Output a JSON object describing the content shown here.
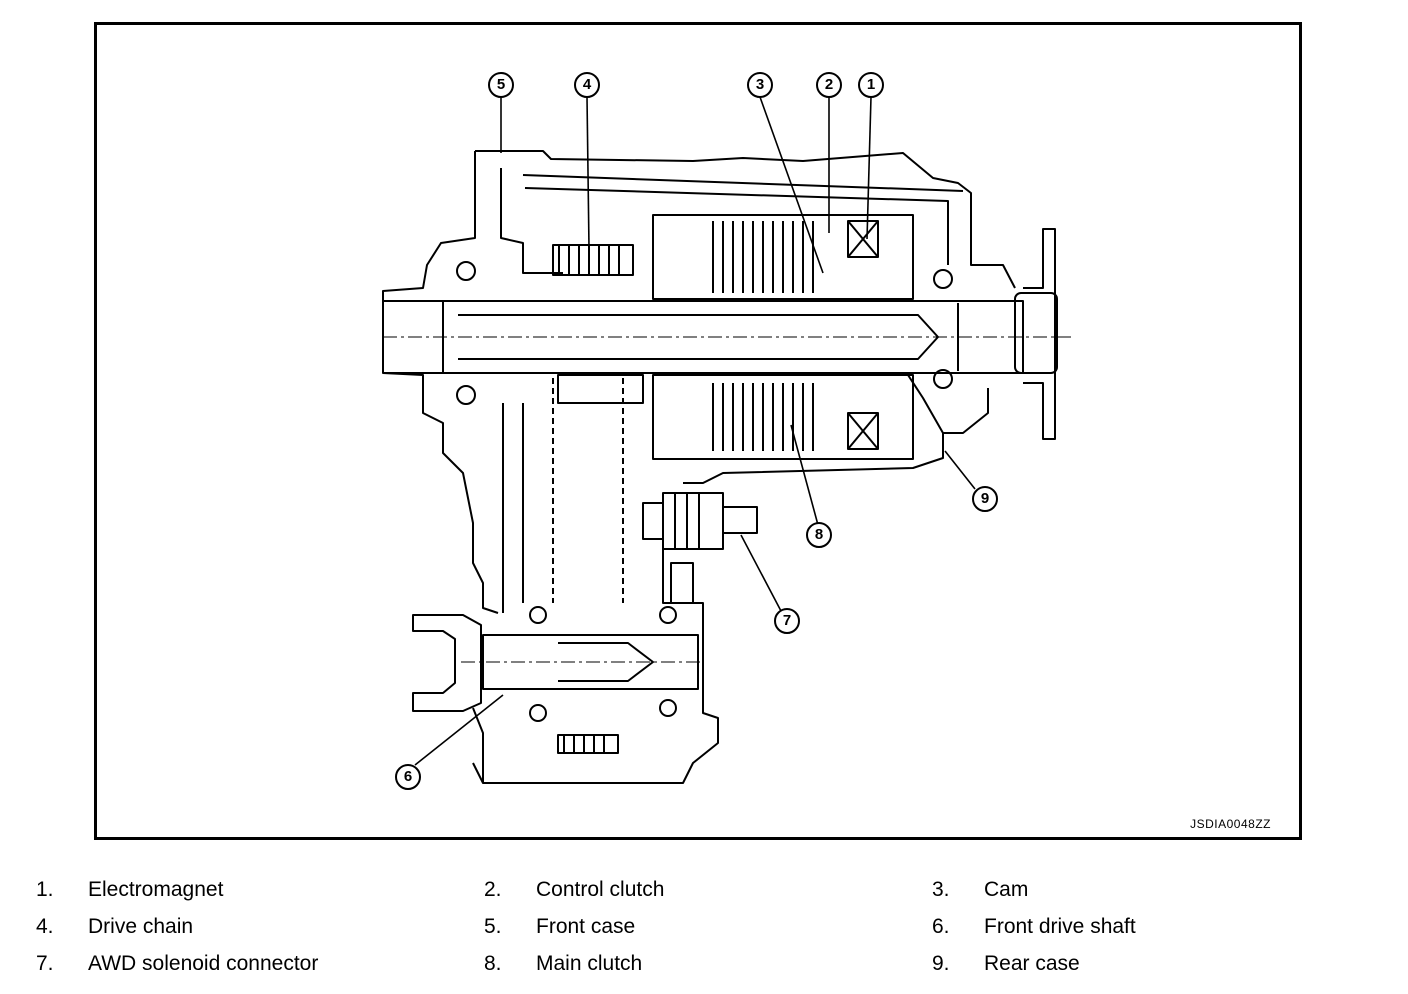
{
  "figure_code": "JSDIA0048ZZ",
  "callouts": [
    "1",
    "2",
    "3",
    "4",
    "5",
    "6",
    "7",
    "8",
    "9"
  ],
  "legend": [
    {
      "num": "1.",
      "label": "Electromagnet"
    },
    {
      "num": "2.",
      "label": "Control clutch"
    },
    {
      "num": "3.",
      "label": "Cam"
    },
    {
      "num": "4.",
      "label": "Drive chain"
    },
    {
      "num": "5.",
      "label": "Front case"
    },
    {
      "num": "6.",
      "label": "Front drive shaft"
    },
    {
      "num": "7.",
      "label": "AWD solenoid connector"
    },
    {
      "num": "8.",
      "label": "Main clutch"
    },
    {
      "num": "9.",
      "label": "Rear case"
    }
  ]
}
